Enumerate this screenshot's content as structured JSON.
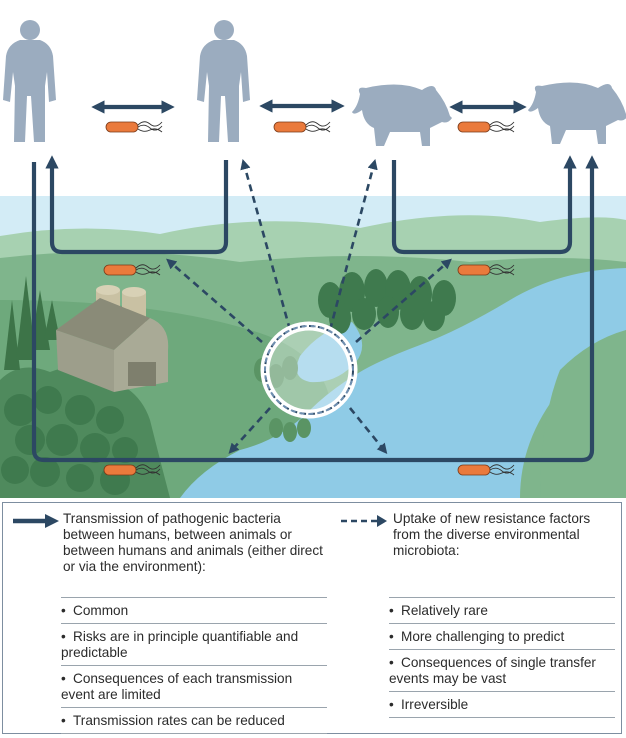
{
  "legend": {
    "solid": {
      "icon": "solid-arrow-icon",
      "text": "Transmission of pathogenic bacteria between humans, between animals or between humans and animals (either direct or via the environment):",
      "items": [
        "Common",
        "Risks are in principle quantifiable and predictable",
        "Consequences of each transmission event are limited",
        "Transmission rates can be reduced"
      ]
    },
    "dashed": {
      "icon": "dashed-arrow-icon",
      "text": "Uptake of new resistance factors from the diverse environmental microbiota:",
      "items": [
        "Relatively rare",
        "More challenging to predict",
        "Consequences of single transfer events may be vast",
        "Irreversible"
      ]
    },
    "bullet": "•"
  },
  "colors": {
    "arrow": "#2c4863",
    "sky": "#d3ecf6",
    "hill": "#7fb58c",
    "water": "#8fcbe6",
    "figure": "#9bacbf",
    "bacterium": "#ea7a3c"
  }
}
